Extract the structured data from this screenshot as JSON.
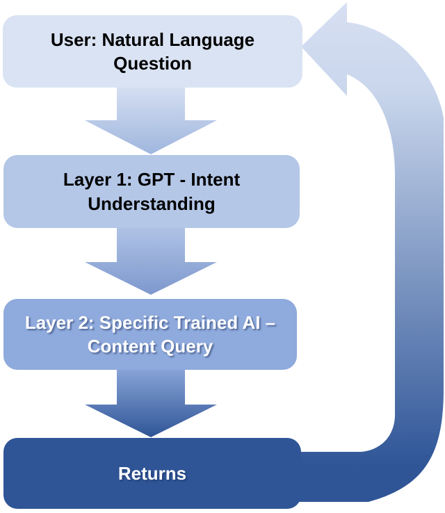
{
  "diagram": {
    "type": "flowchart",
    "background_color": "#ffffff",
    "flow_direction": "top-to-bottom with return loop on right"
  },
  "nodes": [
    {
      "id": "user",
      "label": "User: Natural Language\nQuestion",
      "bg_color": "#dae3f3",
      "text_color": "#000000"
    },
    {
      "id": "layer1",
      "label": "Layer 1: GPT - Intent\nUnderstanding",
      "bg_color": "#b4c7e7",
      "text_color": "#000000"
    },
    {
      "id": "layer2",
      "label": "Layer 2: Specific Trained AI –\nContent Query",
      "bg_color": "#8faadc",
      "text_color": "#ffffff"
    },
    {
      "id": "returns",
      "label": "Returns",
      "bg_color": "#2f5597",
      "text_color": "#ffffff"
    }
  ],
  "connectors": {
    "down_arrows": [
      {
        "from_node": "user",
        "to_node": "layer1",
        "gradient_top": "#d9e2f3",
        "gradient_bottom": "#9fb6de"
      },
      {
        "from_node": "layer1",
        "to_node": "layer2",
        "gradient_top": "#b3c6e7",
        "gradient_bottom": "#7e98ce"
      },
      {
        "from_node": "layer2",
        "to_node": "returns",
        "gradient_top": "#8faadc",
        "gradient_bottom": "#2f5597"
      }
    ],
    "return_loop": {
      "from_node": "returns",
      "to_node": "user",
      "gradient_top": "#d8e0f2",
      "gradient_upper_mid": "#c9d6ec",
      "gradient_bottom": "#2f5597"
    }
  }
}
